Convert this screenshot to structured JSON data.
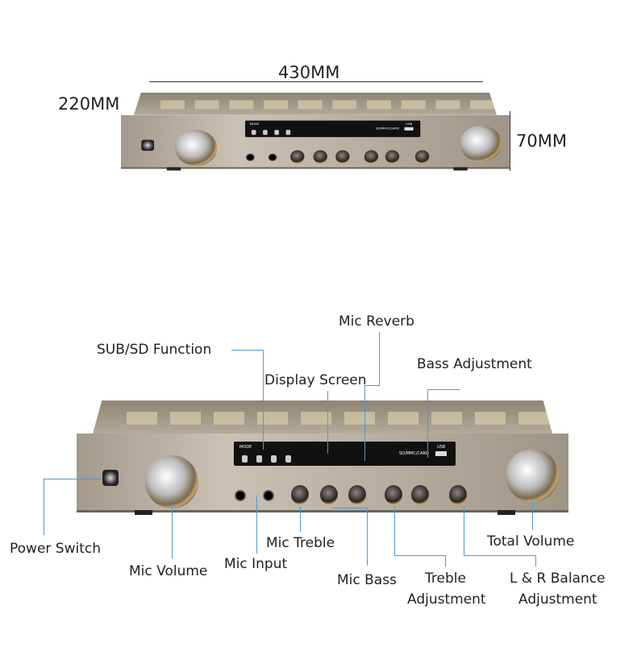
{
  "dimensions": {
    "width": "430MM",
    "depth": "220MM",
    "height": "70MM"
  },
  "labels": {
    "sub_sd": "SUB/SD Function",
    "mic_reverb": "Mic Reverb",
    "display": "Display Screen",
    "bass": "Bass Adjustment",
    "power": "Power Switch",
    "mic_volume": "Mic Volume",
    "mic_input": "Mic Input",
    "mic_treble": "Mic Treble",
    "mic_bass": "Mic Bass",
    "treble_1": "Treble",
    "treble_2": "Adjustment",
    "balance_1": "L & R Balance",
    "balance_2": "Adjustment",
    "total_volume": "Total Volume"
  },
  "panel": {
    "mode": "MODE",
    "sd": "SD/MMC/CARD",
    "usb": "USB"
  },
  "colors": {
    "leader": "#4d9ad6"
  }
}
